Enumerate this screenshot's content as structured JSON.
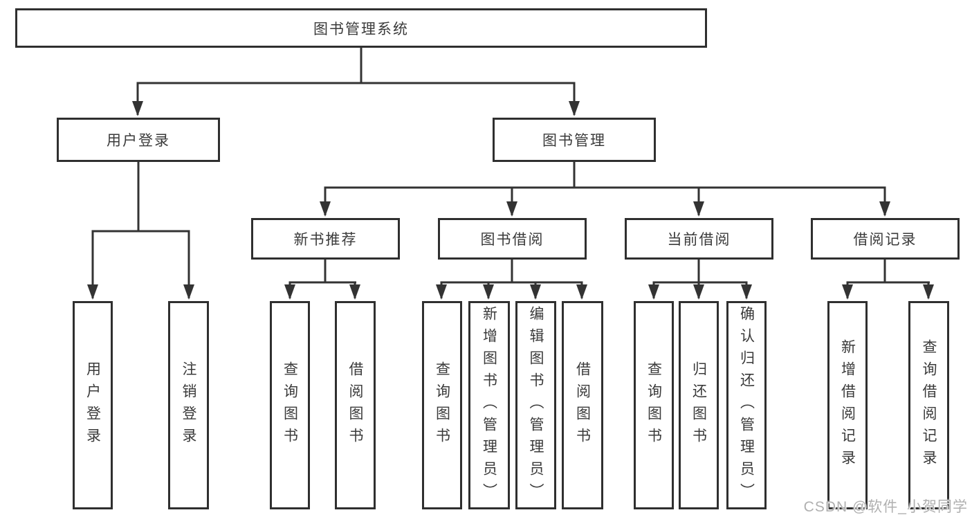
{
  "tree": {
    "label": "图书管理系统",
    "children": [
      {
        "label": "用户登录",
        "children": [
          {
            "label": "用户登录"
          },
          {
            "label": "注销登录"
          }
        ]
      },
      {
        "label": "图书管理",
        "children": [
          {
            "label": "新书推荐",
            "children": [
              {
                "label": "查询图书"
              },
              {
                "label": "借阅图书"
              }
            ]
          },
          {
            "label": "图书借阅",
            "children": [
              {
                "label": "查询图书"
              },
              {
                "label": "新增图书（管理员）"
              },
              {
                "label": "编辑图书（管理员）"
              },
              {
                "label": "借阅图书"
              }
            ]
          },
          {
            "label": "当前借阅",
            "children": [
              {
                "label": "查询图书"
              },
              {
                "label": "归还图书"
              },
              {
                "label": "确认归还（管理员）"
              }
            ]
          },
          {
            "label": "借阅记录",
            "children": [
              {
                "label": "新增借阅记录"
              },
              {
                "label": "查询借阅记录"
              }
            ]
          }
        ]
      }
    ]
  },
  "watermark": "CSDN @软件_小贺同学",
  "colors": {
    "line": "#333333",
    "box_border": "#2f2f2f",
    "text": "#3a3a3a",
    "watermark": "#b0b0b0",
    "background": "#ffffff"
  }
}
